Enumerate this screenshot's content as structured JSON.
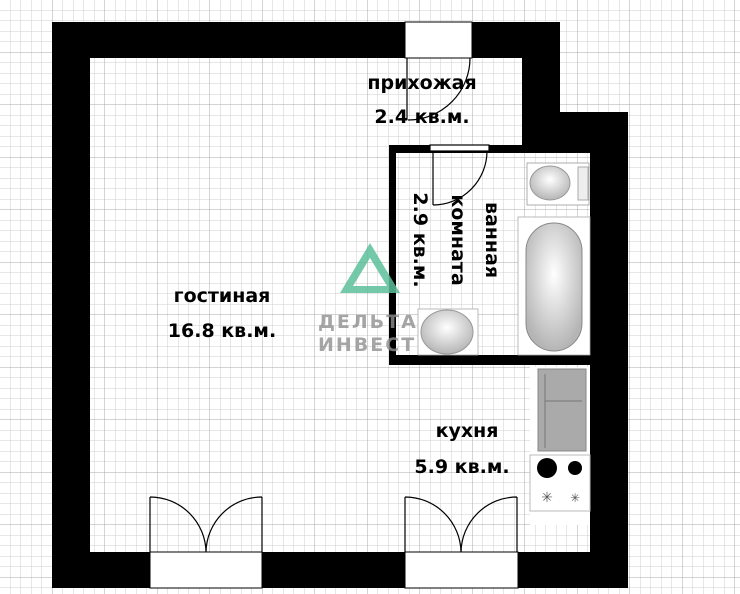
{
  "plan": {
    "rooms": [
      {
        "name": "прихожая",
        "area": "2.4 кв.м."
      },
      {
        "name": "гостиная",
        "area": "16.8 кв.м."
      },
      {
        "name_line1": "ванная",
        "name_line2": "комната",
        "area": "2.9 кв.м."
      },
      {
        "name": "кухня",
        "area": "5.9 кв.м."
      }
    ],
    "watermark": {
      "line1": "ДЕЛЬТА",
      "line2": "ИНВЕСТ",
      "logo_color": "#5bbf9a"
    },
    "colors": {
      "wall": "#000000",
      "grid": "#c8c8c8",
      "floor": "#ffffff"
    }
  }
}
